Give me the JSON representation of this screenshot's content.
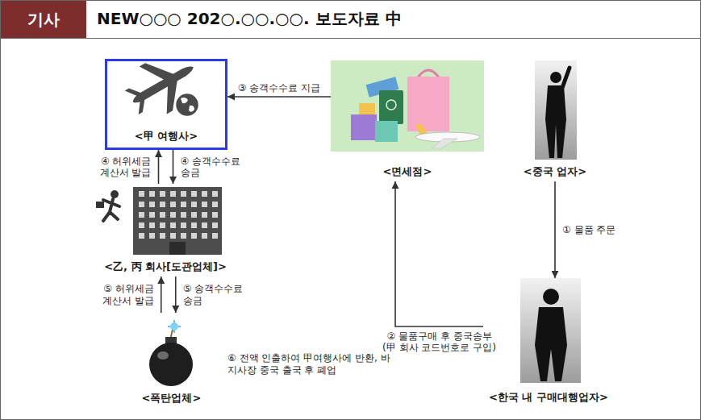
{
  "diagram": {
    "title": "NEW○○○ 202○.○○.○○. 보도자료 中",
    "nodes": [
      {
        "text": [
          "<甲 여행사>"
        ]
      },
      {
        "text": [
          "<면세점>"
        ]
      },
      {
        "text": [
          "<중국 업자>"
        ]
      },
      {
        "text": [
          "<乙, 丙 회사[도관업체]>"
        ]
      },
      {
        "text": [
          "<폭탄업체>"
        ]
      },
      {
        "text": [
          "<한국 내 구매대행업자>"
        ]
      }
    ],
    "edges": [
      {
        "from": 2,
        "to": 5,
        "label": "① 물품 주문",
        "arrow": "to"
      },
      {
        "from": 5,
        "to": 1,
        "label": "② 물품구매 후 중국송부 (甲 회사 코드번호로 구입)",
        "arrow": "to"
      },
      {
        "from": 1,
        "to": 0,
        "label": "③ 송객수수료 지급",
        "arrow": "to"
      },
      {
        "from": 3,
        "to": 0,
        "label": "④ 허위세금 계산서 발급",
        "arrow": "to"
      },
      {
        "from": 0,
        "to": 3,
        "label": "④ 송객수수료 송금",
        "arrow": "to"
      },
      {
        "from": 4,
        "to": 3,
        "label": "⑤ 허위세금 계산서 발급",
        "arrow": "to"
      },
      {
        "from": 3,
        "to": 4,
        "label": "⑤ 송객수수료 송금",
        "arrow": "to"
      }
    ],
    "labels": [
      "기사",
      "⑥ 전액 인출하여 甲여행사에 반환, 바지사장 중국 출국 후 폐업"
    ]
  }
}
